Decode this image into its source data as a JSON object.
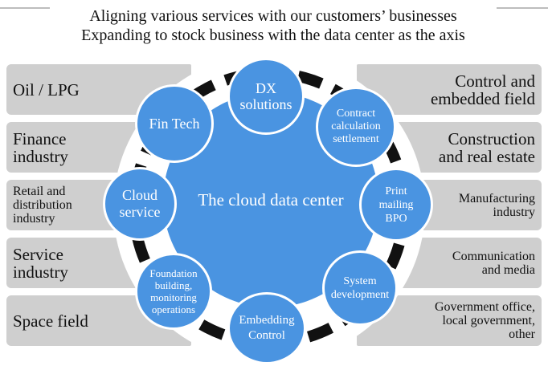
{
  "header": {
    "line1": "Aligning various services with our customers’ businesses",
    "line2": "Expanding to stock business with the data center as the axis"
  },
  "industries_left": [
    {
      "label": "Oil / LPG"
    },
    {
      "label": "Finance\nindustry"
    },
    {
      "label": "Retail and\ndistribution\nindustry"
    },
    {
      "label": "Service\nindustry"
    },
    {
      "label": "Space field"
    }
  ],
  "industries_right": [
    {
      "label": "Control and\nembedded field"
    },
    {
      "label": "Construction\nand real estate"
    },
    {
      "label": "Manufacturing\nindustry"
    },
    {
      "label": "Communication\nand media"
    },
    {
      "label": "Government office,\nlocal government,\nother"
    }
  ],
  "center": {
    "label": "The cloud data center"
  },
  "services": [
    {
      "label": "DX\nsolutions"
    },
    {
      "label": "Contract\ncalculation\nsettlement"
    },
    {
      "label": "Print\nmailing\nBPO"
    },
    {
      "label": "System\ndevelopment"
    },
    {
      "label": "Embedding\nControl"
    },
    {
      "label": "Foundation\nbuilding,\nmonitoring\noperations"
    },
    {
      "label": "Cloud\nservice"
    },
    {
      "label": "Fin Tech"
    }
  ],
  "colors": {
    "accent": "#4a94e1",
    "box": "#cfcfcf",
    "ring": "#111111"
  }
}
